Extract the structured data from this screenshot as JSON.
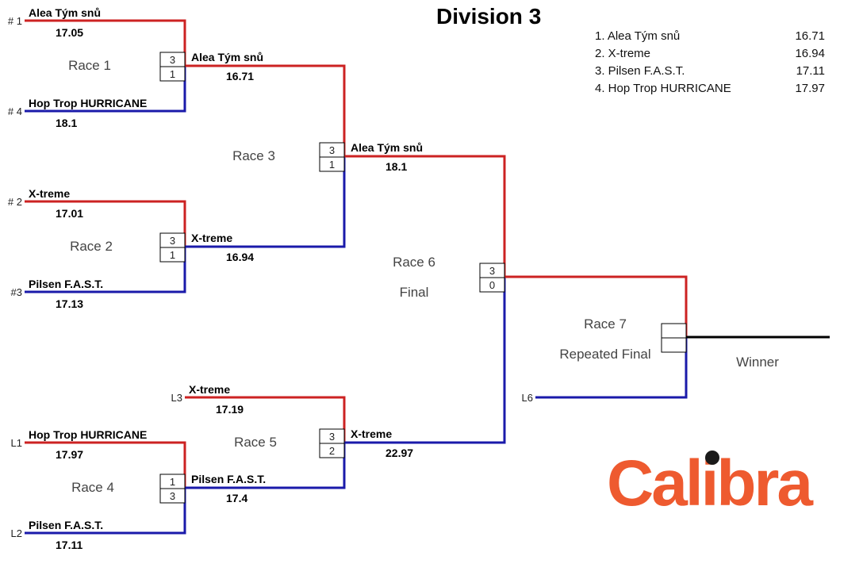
{
  "title": "Division 3",
  "colors": {
    "winner_line": "#cc2222",
    "loser_line": "#1a1aaa",
    "final_line": "#000000",
    "logo": "#ee5a2f",
    "logo_dot": "#1a1a1a"
  },
  "standings": [
    {
      "label": "1. Alea Tým snů",
      "time": "16.71"
    },
    {
      "label": "2. X-treme",
      "time": "16.94"
    },
    {
      "label": "3. Pilsen F.A.S.T.",
      "time": "17.11"
    },
    {
      "label": "4. Hop Trop HURRICANE",
      "time": "17.97"
    }
  ],
  "races": [
    {
      "id": "race1",
      "label": "Race 1",
      "top": {
        "seed": "# 1",
        "team": "Alea Tým snů",
        "time": "17.05"
      },
      "bottom": {
        "seed": "# 4",
        "team": "Hop Trop HURRICANE",
        "time": "18.1"
      },
      "scores": [
        "3",
        "1"
      ],
      "result": {
        "team": "Alea Tým snů",
        "time": "16.71"
      }
    },
    {
      "id": "race2",
      "label": "Race 2",
      "top": {
        "seed": "# 2",
        "team": "X-treme",
        "time": "17.01"
      },
      "bottom": {
        "seed": "#3",
        "team": "Pilsen F.A.S.T.",
        "time": "17.13"
      },
      "scores": [
        "3",
        "1"
      ],
      "result": {
        "team": "X-treme",
        "time": "16.94"
      }
    },
    {
      "id": "race3",
      "label": "Race 3",
      "scores": [
        "3",
        "1"
      ],
      "result": {
        "team": "Alea Tým snů",
        "time": "18.1"
      }
    },
    {
      "id": "race4",
      "label": "Race 4",
      "top": {
        "seed": "L1",
        "team": "Hop Trop HURRICANE",
        "time": "17.97"
      },
      "bottom": {
        "seed": "L2",
        "team": "Pilsen F.A.S.T.",
        "time": "17.11"
      },
      "scores": [
        "1",
        "3"
      ],
      "result": {
        "team": "Pilsen F.A.S.T.",
        "time": "17.4"
      }
    },
    {
      "id": "race5",
      "label": "Race 5",
      "top": {
        "seed": "L3",
        "team": "X-treme",
        "time": "17.19"
      },
      "scores": [
        "3",
        "2"
      ],
      "result": {
        "team": "X-treme",
        "time": "22.97"
      }
    },
    {
      "id": "race6",
      "label": "Race 6",
      "sublabel": "Final",
      "scores": [
        "3",
        "0"
      ]
    },
    {
      "id": "race7",
      "label": "Race 7",
      "sublabel": "Repeated Final",
      "bottom": {
        "seed": "L6"
      },
      "scores": [
        "",
        ""
      ]
    }
  ],
  "winner_label": "Winner",
  "logo_text": "Calibra"
}
